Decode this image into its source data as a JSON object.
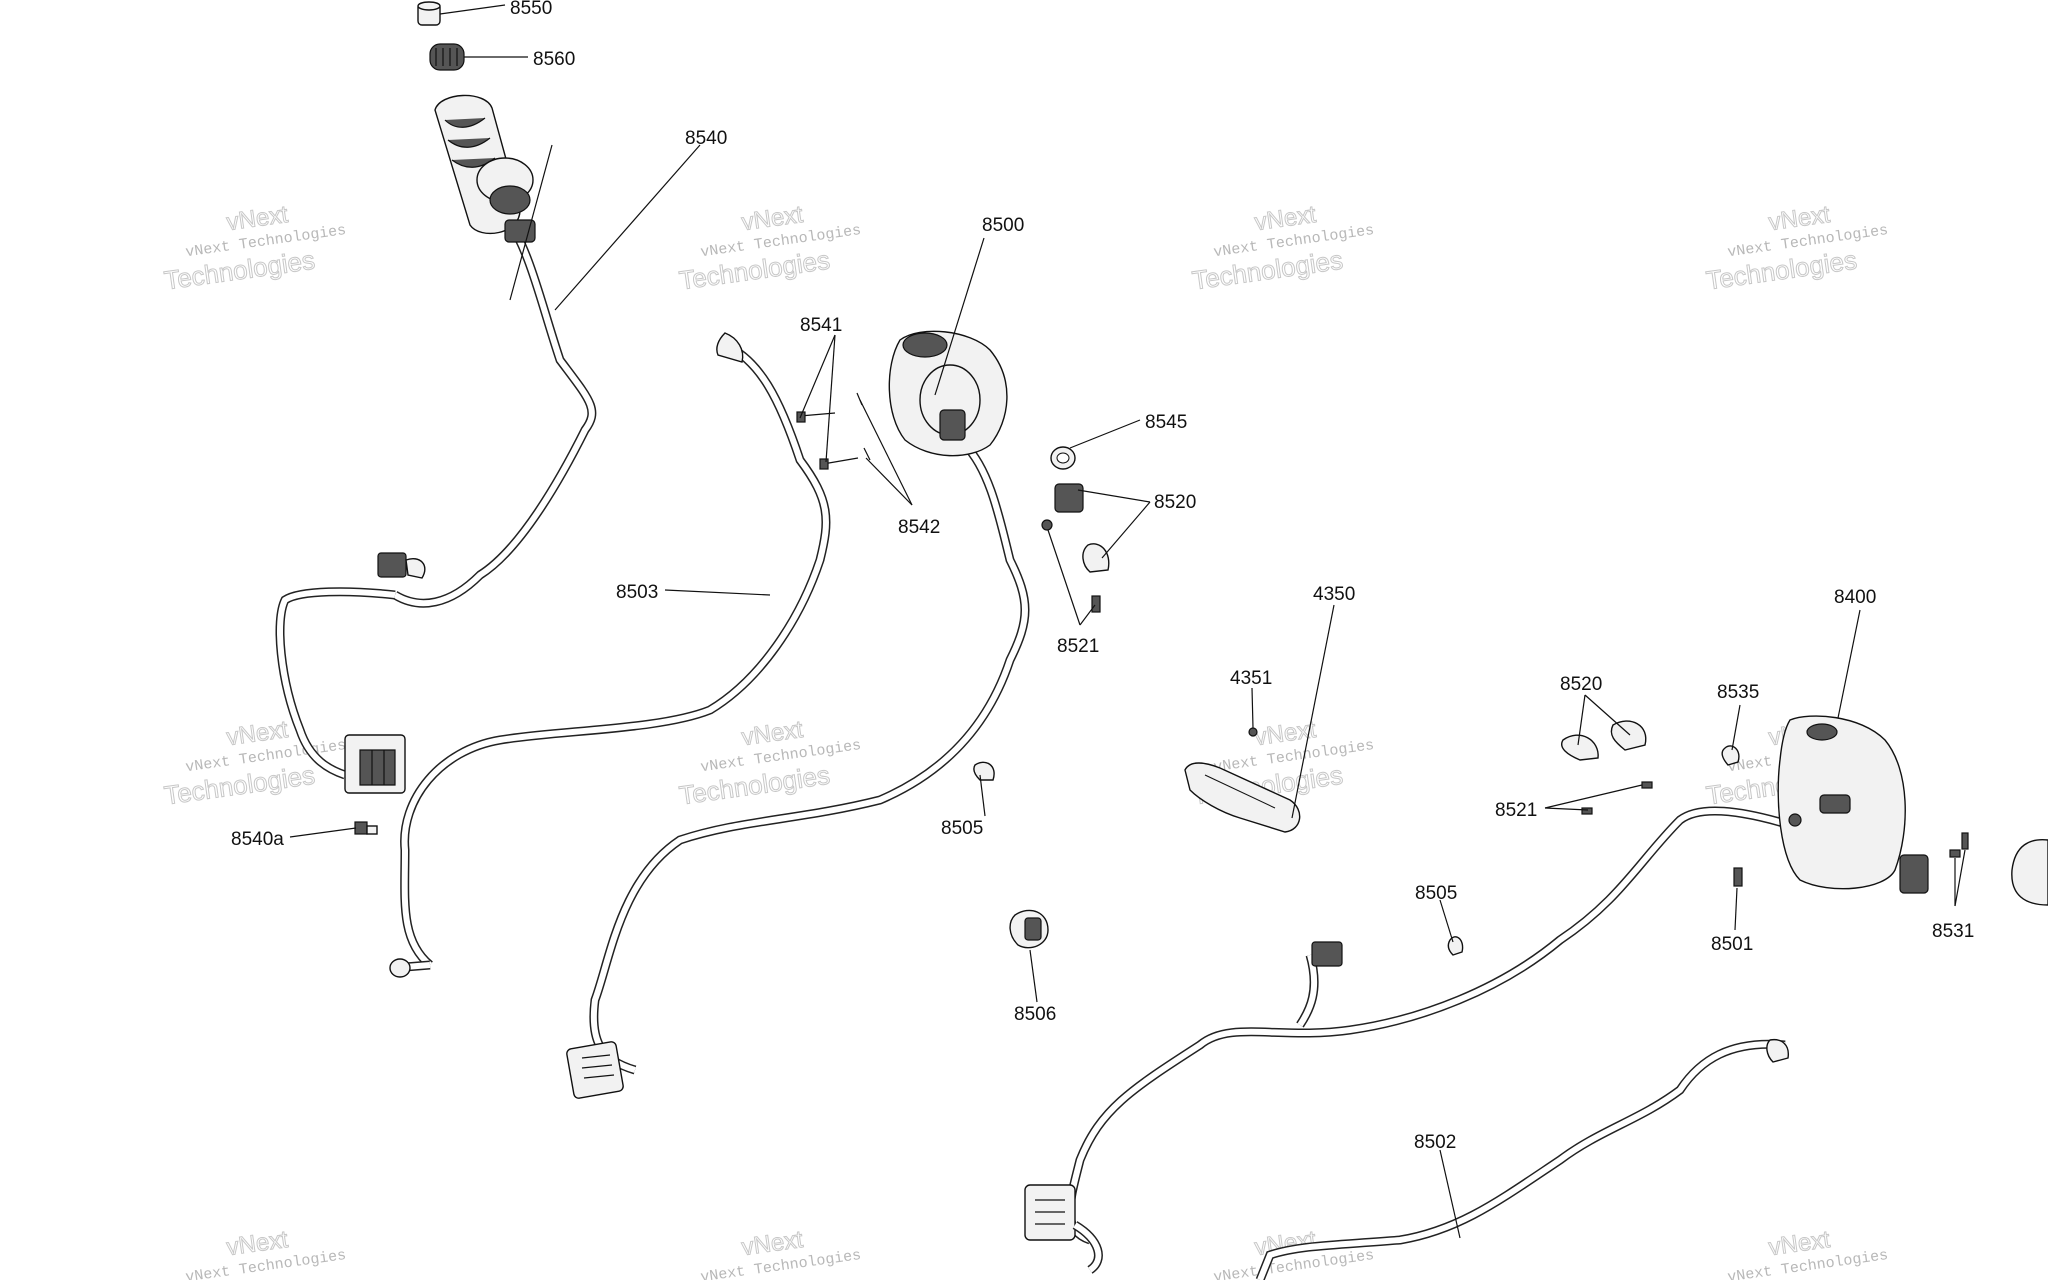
{
  "watermark": {
    "line0": "vNext",
    "line1": "vNext Technologies",
    "line2": "Technologies"
  },
  "labels": {
    "p8550": "8550",
    "p8560": "8560",
    "p8540": "8540",
    "p8500": "8500",
    "p8541": "8541",
    "p8545": "8545",
    "p8520a": "8520",
    "p8542": "8542",
    "p8503": "8503",
    "p8521a": "8521",
    "p4350": "4350",
    "p8400": "8400",
    "p4351": "4351",
    "p8520b": "8520",
    "p8535": "8535",
    "p8521b": "8521",
    "p8540a": "8540a",
    "p8505a": "8505",
    "p8505b": "8505",
    "p8501": "8501",
    "p8531": "8531",
    "p8506": "8506",
    "p8502": "8502"
  }
}
